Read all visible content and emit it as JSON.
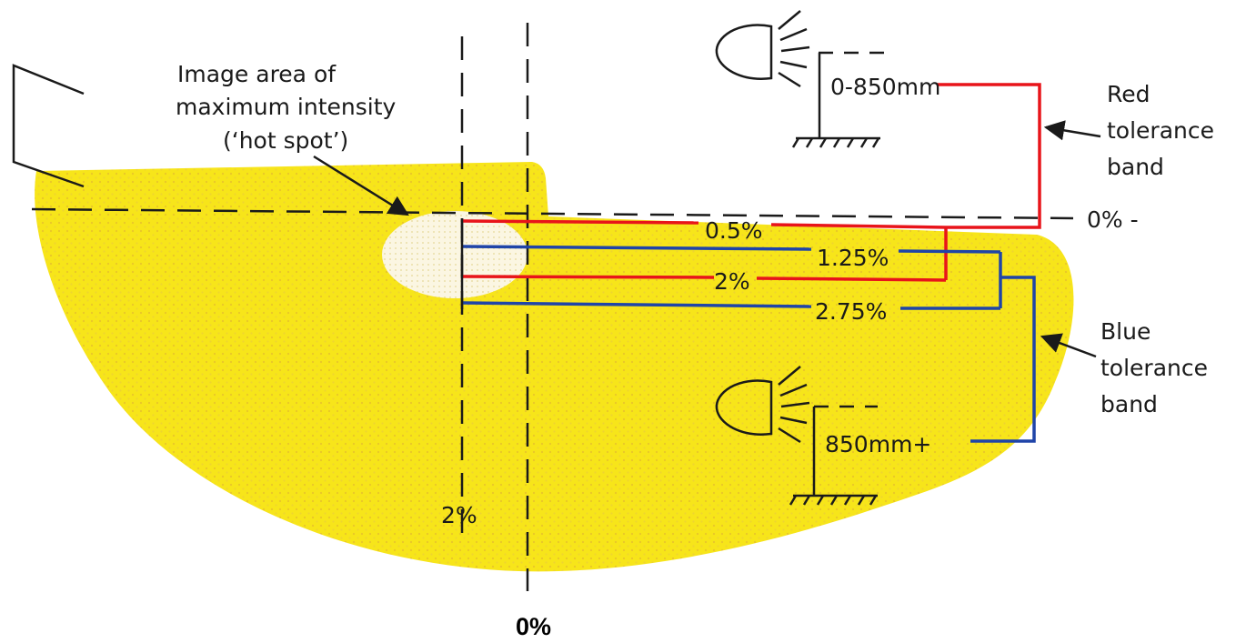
{
  "colors": {
    "beam": "#f7e51a",
    "beam_texture": "#e9c62a",
    "hotspot": "#f8f2d6",
    "red_band": "#e8141a",
    "blue_band": "#1f44a8",
    "ink": "#1a1a1a"
  },
  "icons": {
    "headlamp_top": "headlamp-icon",
    "headlamp_bottom": "headlamp-icon",
    "ground_top": "ground-hatch-icon",
    "ground_bottom": "ground-hatch-icon"
  },
  "labels": {
    "hotspot_line1": "Image area of",
    "hotspot_line2": "maximum intensity",
    "hotspot_line3": "(‘hot spot’)",
    "red_line1": "Red",
    "red_line2": "tolerance",
    "red_line3": "band",
    "blue_line1": "Blue",
    "blue_line2": "tolerance",
    "blue_line3": "band",
    "height_top": "0-850mm",
    "height_bottom": "850mm+",
    "zero_right": "0%  -",
    "vertical_2pct": "2%",
    "zero_bottom": "0%"
  },
  "bands": {
    "red": [
      "0.5%",
      "2%"
    ],
    "blue": [
      "1.25%",
      "2.75%"
    ]
  }
}
